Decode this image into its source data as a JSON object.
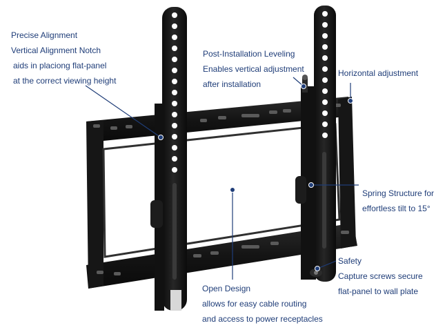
{
  "callouts": {
    "precise_alignment": {
      "title": "Precise Alignment",
      "lines": [
        "Vertical Alignment Notch",
        " aids in placiong flat-panel",
        " at the correct viewing height"
      ]
    },
    "post_installation": {
      "title": "Post-Installation Leveling",
      "lines": [
        "Enables vertical adjustment",
        "after installation"
      ]
    },
    "horizontal": {
      "title": "Horizontal adjustment"
    },
    "spring": {
      "title": "Spring Structure for",
      "lines": [
        "effortless tilt to 15°"
      ]
    },
    "safety": {
      "title": "Safety",
      "lines": [
        "Capture screws secure",
        "flat-panel to wall plate"
      ]
    },
    "open_design": {
      "title": "Open Design",
      "lines": [
        "allows for easy cable routing",
        "and access to power receptacles"
      ]
    }
  },
  "colors": {
    "label_text": "#1f3d78",
    "leader_line": "#1f3d78",
    "mount_body": "#151515",
    "mount_highlight": "#3a3a3a",
    "background": "#ffffff"
  }
}
